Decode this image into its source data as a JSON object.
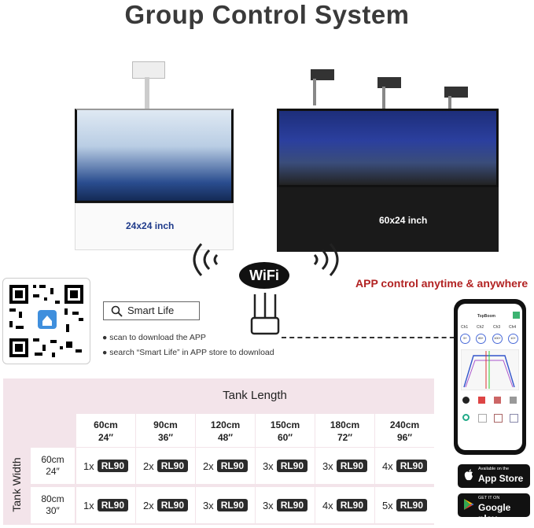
{
  "title": "Group Control System",
  "tanks": {
    "left_label": "24x24 inch",
    "right_label": "60x24 inch"
  },
  "wifi": {
    "badge": "WiFi"
  },
  "app_control": "APP control anytime & anywhere",
  "smart_life": {
    "search_label": "Smart Life",
    "bullets": [
      "scan to download the APP",
      "search “Smart Life” in APP store to download"
    ]
  },
  "phone": {
    "app_title": "TopBoom",
    "channels": [
      "Ch1",
      "Ch2",
      "Ch3",
      "Ch4"
    ],
    "channel_values": [
      "5+",
      "85+",
      "100+",
      "10+"
    ]
  },
  "stores": {
    "apple_small": "Available on the",
    "apple_big": "App Store",
    "google_small": "GET IT ON",
    "google_big": "Google play"
  },
  "table": {
    "col_title": "Tank Length",
    "row_title": "Tank Width",
    "columns": [
      {
        "cm": "60cm",
        "in": "24″"
      },
      {
        "cm": "90cm",
        "in": "36″"
      },
      {
        "cm": "120cm",
        "in": "48″"
      },
      {
        "cm": "150cm",
        "in": "60″"
      },
      {
        "cm": "180cm",
        "in": "72″"
      },
      {
        "cm": "240cm",
        "in": "96″"
      }
    ],
    "rows": [
      {
        "cm": "60cm",
        "in": "24″",
        "counts": [
          "1x",
          "2x",
          "2x",
          "3x",
          "3x",
          "4x"
        ]
      },
      {
        "cm": "80cm",
        "in": "30″",
        "counts": [
          "1x",
          "2x",
          "3x",
          "3x",
          "4x",
          "5x"
        ]
      }
    ],
    "model": "RL90"
  }
}
